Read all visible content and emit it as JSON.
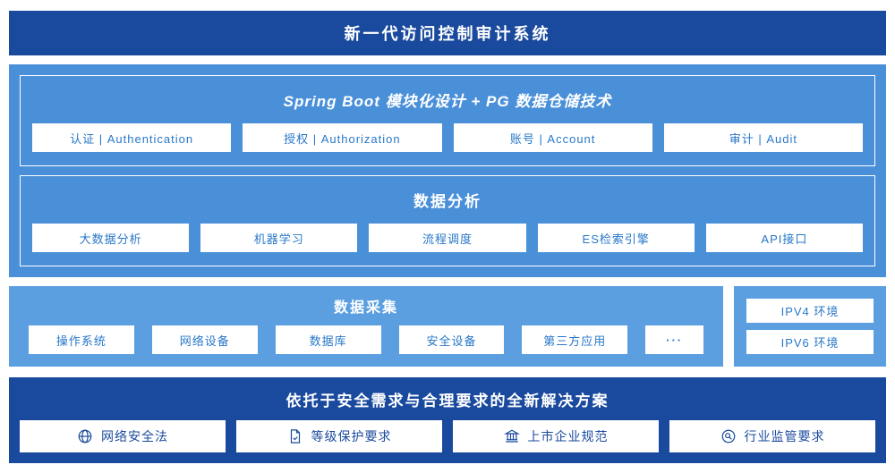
{
  "header": {
    "title": "新一代访问控制审计系统"
  },
  "platform": {
    "modules": {
      "title": "Spring Boot 模块化设计 + PG 数据仓储技术",
      "items": [
        "认证 | Authentication",
        "授权 | Authorization",
        "账号 | Account",
        "审计 | Audit"
      ]
    },
    "analysis": {
      "title": "数据分析",
      "items": [
        "大数据分析",
        "机器学习",
        "流程调度",
        "ES检索引擎",
        "API接口"
      ]
    }
  },
  "collection": {
    "title": "数据采集",
    "items": [
      "操作系统",
      "网络设备",
      "数据库",
      "安全设备",
      "第三方应用",
      "···"
    ]
  },
  "environments": {
    "items": [
      "IPV4 环境",
      "IPV6 环境"
    ]
  },
  "solution": {
    "title": "依托于安全需求与合理要求的全新解决方案",
    "items": [
      {
        "icon": "globe-icon",
        "label": "网络安全法"
      },
      {
        "icon": "document-check-icon",
        "label": "等级保护要求"
      },
      {
        "icon": "building-icon",
        "label": "上市企业规范"
      },
      {
        "icon": "inspection-icon",
        "label": "行业监管要求"
      }
    ]
  },
  "colors": {
    "dark_navy": "#1A4A9E",
    "mid_blue": "#4A90D9",
    "light_blue": "#5B9FE0",
    "box_text_blue": "#2878C8",
    "box_bg": "#FFFFFF"
  }
}
